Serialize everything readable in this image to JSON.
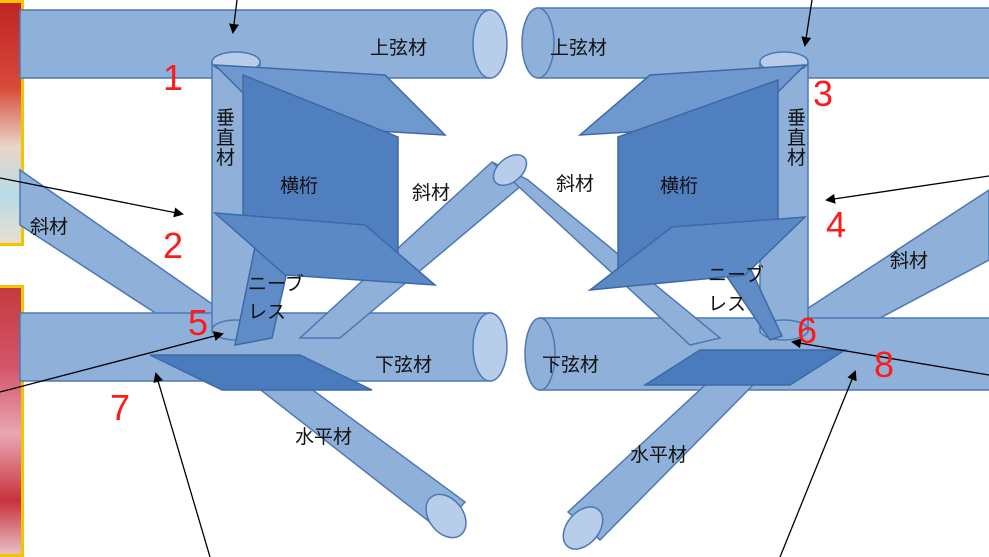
{
  "colors": {
    "member_fill": "#8fb0d9",
    "member_stroke": "#4d78b5",
    "member_end": "#b7cde9",
    "girder_fill": "#4f7fbf",
    "girder_light": "#6f98cf",
    "plate_fill": "#4a7bbd",
    "number_color": "#ff1a1a",
    "photo_border": "#f2c500"
  },
  "labels": {
    "top_chord_left": "上弦材",
    "top_chord_right": "上弦材",
    "vertical_left": "垂直材",
    "vertical_right": "垂直材",
    "floor_beam_left": "横桁",
    "floor_beam_right": "横桁",
    "diagonal_center_left": "斜材",
    "diagonal_center_right": "斜材",
    "diagonal_far_left": "斜材",
    "diagonal_far_right": "斜材",
    "knee_brace_left_1": "ニーブ",
    "knee_brace_left_2": "レス",
    "knee_brace_right_1": "ニーブ",
    "knee_brace_right_2": "レス",
    "bottom_chord_left": "下弦材",
    "bottom_chord_right": "下弦材",
    "lateral_left": "水平材",
    "lateral_right": "水平材"
  },
  "numbers": {
    "n1": "1",
    "n2": "2",
    "n3": "3",
    "n4": "4",
    "n5": "5",
    "n6": "6",
    "n7": "7",
    "n8": "8"
  }
}
